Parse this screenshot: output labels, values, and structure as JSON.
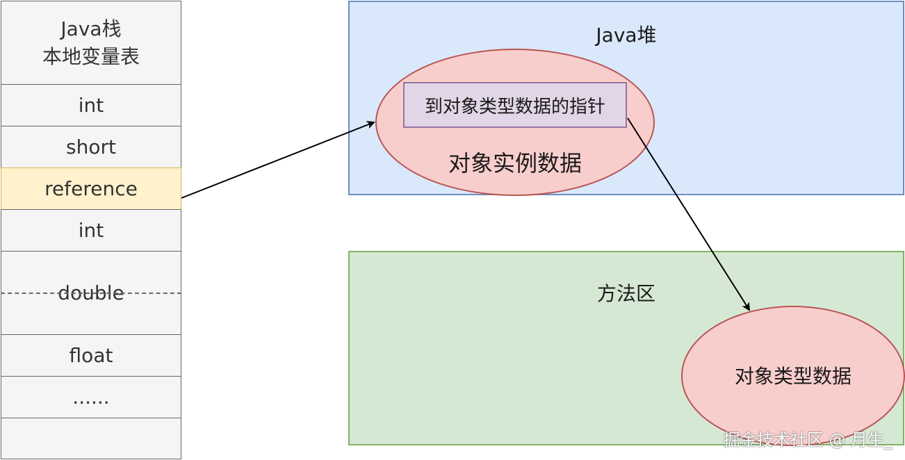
{
  "stack": {
    "header_line1": "Java栈",
    "header_line2": "本地变量表",
    "slots": [
      "int",
      "short",
      "reference",
      "int",
      "double",
      "float",
      "......",
      ""
    ]
  },
  "heap": {
    "title": "Java堆",
    "pointer_label": "到对象类型数据的指针",
    "instance_label": "对象实例数据"
  },
  "method_area": {
    "title": "方法区",
    "type_data_label": "对象类型数据"
  },
  "watermark": "掘金技术社区 @ 月生_",
  "colors": {
    "stack_fill": "#f5f5f5",
    "reference_fill": "#fff2cc",
    "heap_fill": "#dae8fc",
    "method_fill": "#d5e8d4",
    "ellipse_fill": "#f8cecc",
    "pointer_fill": "#e1d5e7"
  }
}
